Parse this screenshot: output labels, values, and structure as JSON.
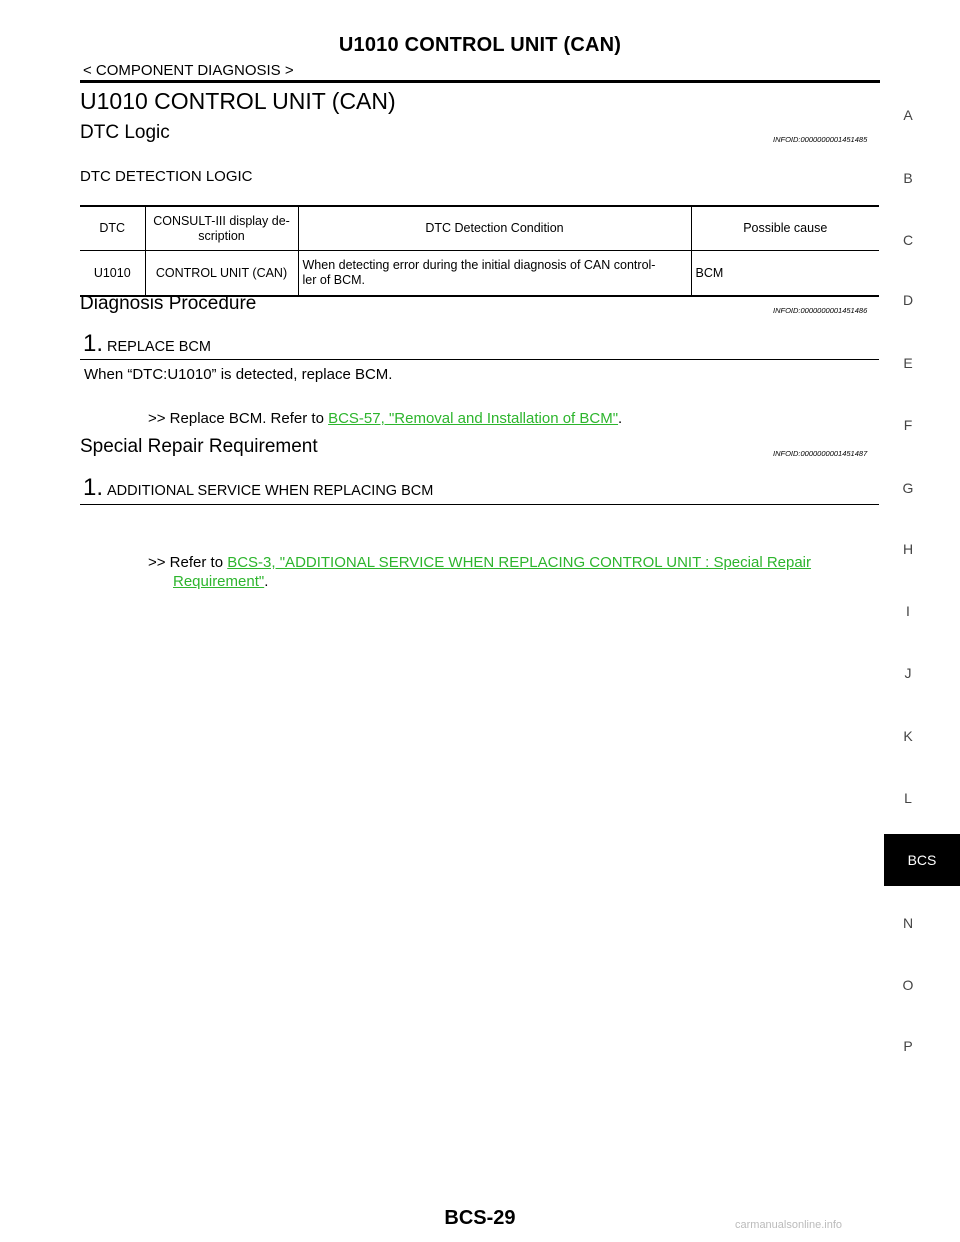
{
  "header": {
    "title": "U1010 CONTROL UNIT (CAN)",
    "breadcrumb": "< COMPONENT DIAGNOSIS >"
  },
  "section": {
    "title": "U1010 CONTROL UNIT (CAN)"
  },
  "dtc_logic": {
    "heading": "DTC Logic",
    "infoid": "INFOID:0000000001451485",
    "sublabel": "DTC DETECTION LOGIC",
    "table": {
      "headers": [
        "DTC",
        "CONSULT-III display de-\nscription",
        "DTC Detection Condition",
        "Possible cause"
      ],
      "row": [
        "U1010",
        "CONTROL UNIT (CAN)",
        "When detecting error during the initial diagnosis of CAN control-\nler of BCM.",
        "BCM"
      ]
    }
  },
  "diagnosis": {
    "heading": "Diagnosis Procedure",
    "infoid": "INFOID:0000000001451486",
    "step_number": "1.",
    "step_label": "REPLACE BCM",
    "body": "When “DTC:U1010” is detected, replace BCM.",
    "action_prefix": ">> Replace BCM. Refer to ",
    "action_link": "BCS-57, \"Removal and Installation of BCM\"",
    "action_suffix": "."
  },
  "special": {
    "heading": "Special Repair Requirement",
    "infoid": "INFOID:0000000001451487",
    "step_number": "1.",
    "step_label": "ADDITIONAL SERVICE WHEN REPLACING BCM",
    "action_prefix": ">> Refer to ",
    "action_link_line1": "BCS-3, \"ADDITIONAL SERVICE WHEN REPLACING CONTROL UNIT : Special Repair",
    "action_link_line2": "Requirement\"",
    "action_suffix": "."
  },
  "side_index": {
    "letters": [
      "A",
      "B",
      "C",
      "D",
      "E",
      "F",
      "G",
      "H",
      "I",
      "J",
      "K",
      "L",
      "N",
      "O",
      "P"
    ],
    "active_tab": "BCS"
  },
  "footer": {
    "page_number": "BCS-29",
    "watermark": "carmanualsonline.info"
  }
}
